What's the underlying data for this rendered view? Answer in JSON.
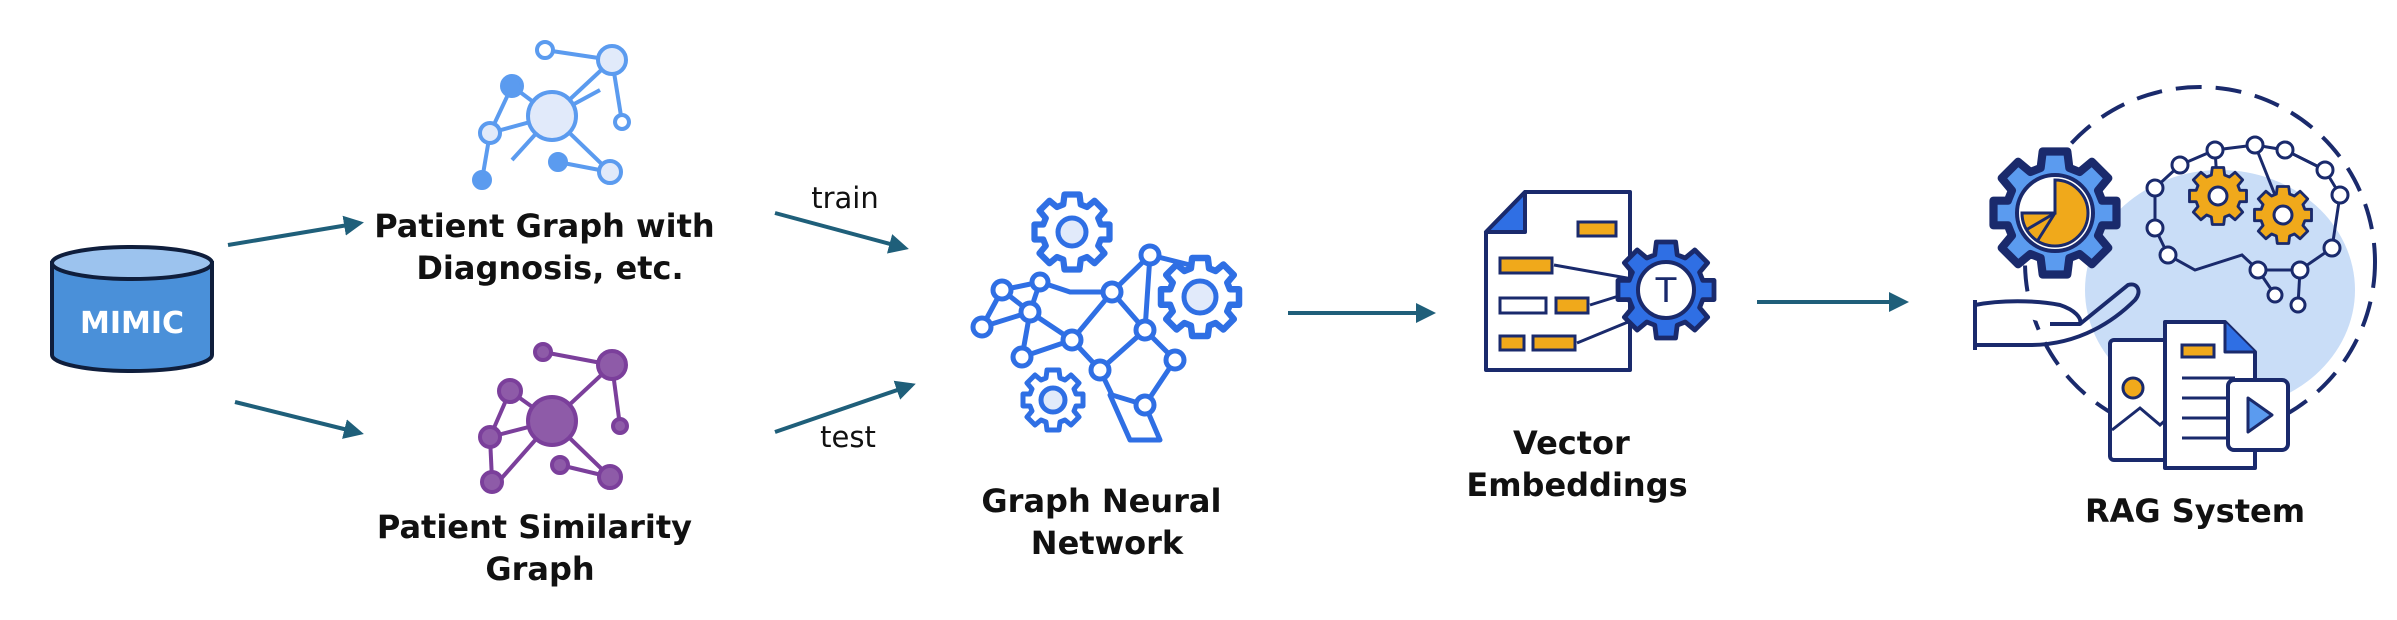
{
  "nodes": {
    "mimic": "MIMIC",
    "patient_graph": [
      "Patient Graph with",
      "Diagnosis, etc."
    ],
    "patient_similarity": [
      "Patient Similarity",
      "Graph"
    ],
    "gnn": [
      "Graph Neural",
      "Network"
    ],
    "vector": [
      "Vector",
      "Embeddings"
    ],
    "rag": "RAG System"
  },
  "edge_labels": {
    "train": "train",
    "test": "test"
  },
  "colors": {
    "arrow": "#1F5F7A",
    "cylinder_fill": "#4A90D9",
    "cylinder_top": "#9CC3EE",
    "graph_blue": "#5B9BEF",
    "graph_blue_light": "#E1EAFA",
    "graph_purple": "#7B3F9B",
    "graph_purple_node": "#8E5BA8",
    "gnn_blue": "#2F6FE4",
    "navy": "#1A2A6C",
    "gold": "#F0A91B",
    "light_blue": "#C9DDF7"
  },
  "icons": [
    "database-icon",
    "network-graph-icon",
    "gear-network-icon",
    "document-gear-icon",
    "rag-system-icon"
  ]
}
